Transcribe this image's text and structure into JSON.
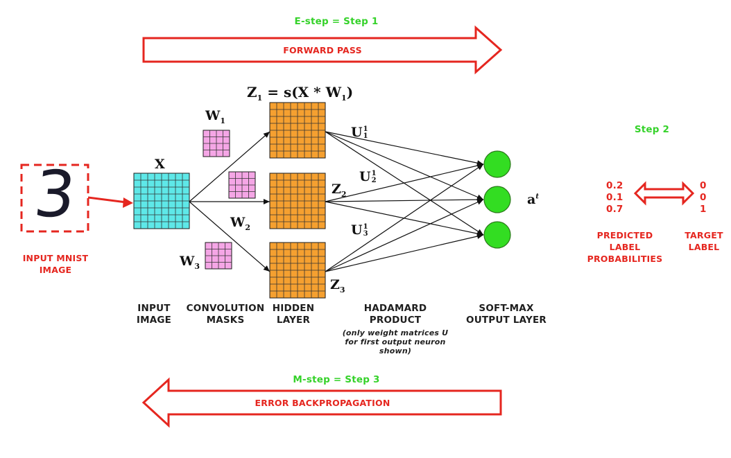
{
  "colors": {
    "arrow_outline": "#e5261f",
    "step_text": "#35d22a",
    "grid_input": "#5ee8e8",
    "grid_mask": "#f5a6e6",
    "grid_hidden": "#f5a030",
    "neuron": "#33dd22"
  },
  "steps": {
    "e_step": "E-step = Step 1",
    "step2": "Step 2",
    "m_step": "M-step = Step 3"
  },
  "arrows": {
    "forward": "FORWARD PASS",
    "backward": "ERROR BACKPROPAGATION"
  },
  "input": {
    "digit": "3",
    "caption_line1": "INPUT MNIST",
    "caption_line2": "IMAGE"
  },
  "math": {
    "X": "X",
    "W1": "W",
    "W1_sub": "1",
    "W2": "W",
    "W2_sub": "2",
    "W3": "W",
    "W3_sub": "3",
    "Z1_formula": "Z",
    "Z1_sub": "1",
    "Z1_rest": " = s(X * W",
    "Z1_sub2": "1",
    "Z1_close": ")",
    "Z2": "Z",
    "Z2_sub": "2",
    "Z3": "Z",
    "Z3_sub": "3",
    "U1": "U",
    "U1_sup": "1",
    "U1_sub": "1",
    "U2": "U",
    "U2_sup": "1",
    "U2_sub": "2",
    "U3": "U",
    "U3_sup": "1",
    "U3_sub": "3",
    "a": "a",
    "a_sup": "t"
  },
  "captions": {
    "input_image": [
      "INPUT",
      "IMAGE"
    ],
    "convolution_masks": [
      "CONVOLUTION",
      "MASKS"
    ],
    "hidden_layer": [
      "HIDDEN",
      "LAYER"
    ],
    "hadamard": [
      "HADAMARD",
      "PRODUCT"
    ],
    "hadamard_note": [
      "(only weight matrices U",
      "for first output neuron shown)"
    ],
    "softmax": [
      "SOFT-MAX",
      "OUTPUT LAYER"
    ]
  },
  "comparison": {
    "predicted": [
      "0.2",
      "0.1",
      "0.7"
    ],
    "target": [
      "0",
      "0",
      "1"
    ],
    "predicted_caption": [
      "PREDICTED",
      "LABEL",
      "PROBABILITIES"
    ],
    "target_caption": [
      "TARGET",
      "LABEL"
    ]
  }
}
